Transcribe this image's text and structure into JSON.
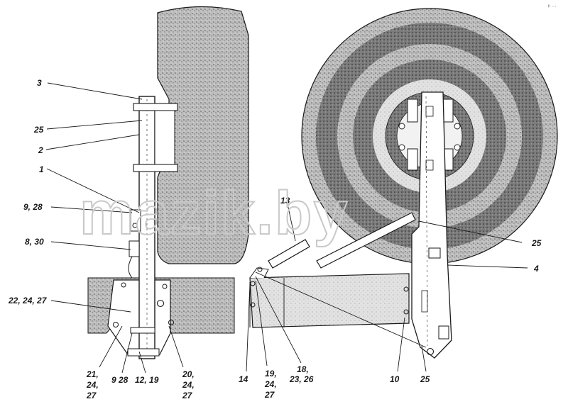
{
  "watermark": "mazik.by",
  "corner_mark": "ᵖ ···",
  "callouts": {
    "c3": "3",
    "c25a": "25",
    "c2": "2",
    "c1": "1",
    "c9_28a": "9, 28",
    "c8_30": "8, 30",
    "c22_24_27": "22, 24, 27",
    "c21": [
      "21,",
      "24,",
      "27"
    ],
    "c9_28b": "9 28",
    "c12_19": "12, 19",
    "c20": [
      "20,",
      "24,",
      "27"
    ],
    "c13": "13",
    "c14": "14",
    "c19_24_27": [
      "19,",
      "24,",
      "27"
    ],
    "c18_23_26": [
      "18,",
      "23, 26"
    ],
    "c10": "10",
    "c25b": "25",
    "c25c": "25",
    "c4": "4"
  },
  "colors": {
    "ink": "#1a1a1a",
    "stipple_dark": "#6a6a6a",
    "stipple_light": "#d6d6d6",
    "watermark": "#c9c9c9"
  }
}
